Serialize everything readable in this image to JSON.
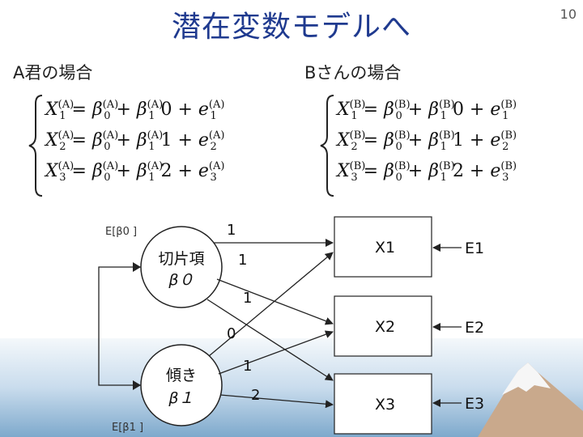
{
  "slide": {
    "title": "潜在変数モデルへ",
    "page_number": "10"
  },
  "cases": {
    "a_heading": "A君の場合",
    "b_heading": "Bさんの場合",
    "a_label": "(A)",
    "b_label": "(B)",
    "equations": [
      {
        "lhs": "X",
        "sub": "1",
        "x_value": "0"
      },
      {
        "lhs": "X",
        "sub": "2",
        "x_value": "1"
      },
      {
        "lhs": "X",
        "sub": "3",
        "x_value": "2"
      }
    ],
    "eq_parts": {
      "equals": "=",
      "plus": "+",
      "beta": "β",
      "beta0_sub": "0",
      "beta1_sub": "1",
      "e": "e"
    }
  },
  "diagram": {
    "intercept_label": "切片項",
    "intercept_symbol": "β０",
    "slope_label": "傾き",
    "slope_symbol": "β１",
    "mean_beta0": "E[β0 ]",
    "mean_beta1": "E[β1 ]",
    "observed": [
      "X1",
      "X2",
      "X3"
    ],
    "errors": [
      "E1",
      "E2",
      "E3"
    ],
    "path_labels": {
      "intercept_to_x1": "1",
      "intercept_to_x2": "1",
      "intercept_to_x3": "1",
      "slope_to_x1": "0",
      "slope_to_x2": "1",
      "slope_to_x3": "2"
    }
  },
  "colors": {
    "title": "#1f3a8f",
    "line": "#222222",
    "band_top": "#eaf2f8",
    "band_bottom": "#8fb8d8"
  }
}
